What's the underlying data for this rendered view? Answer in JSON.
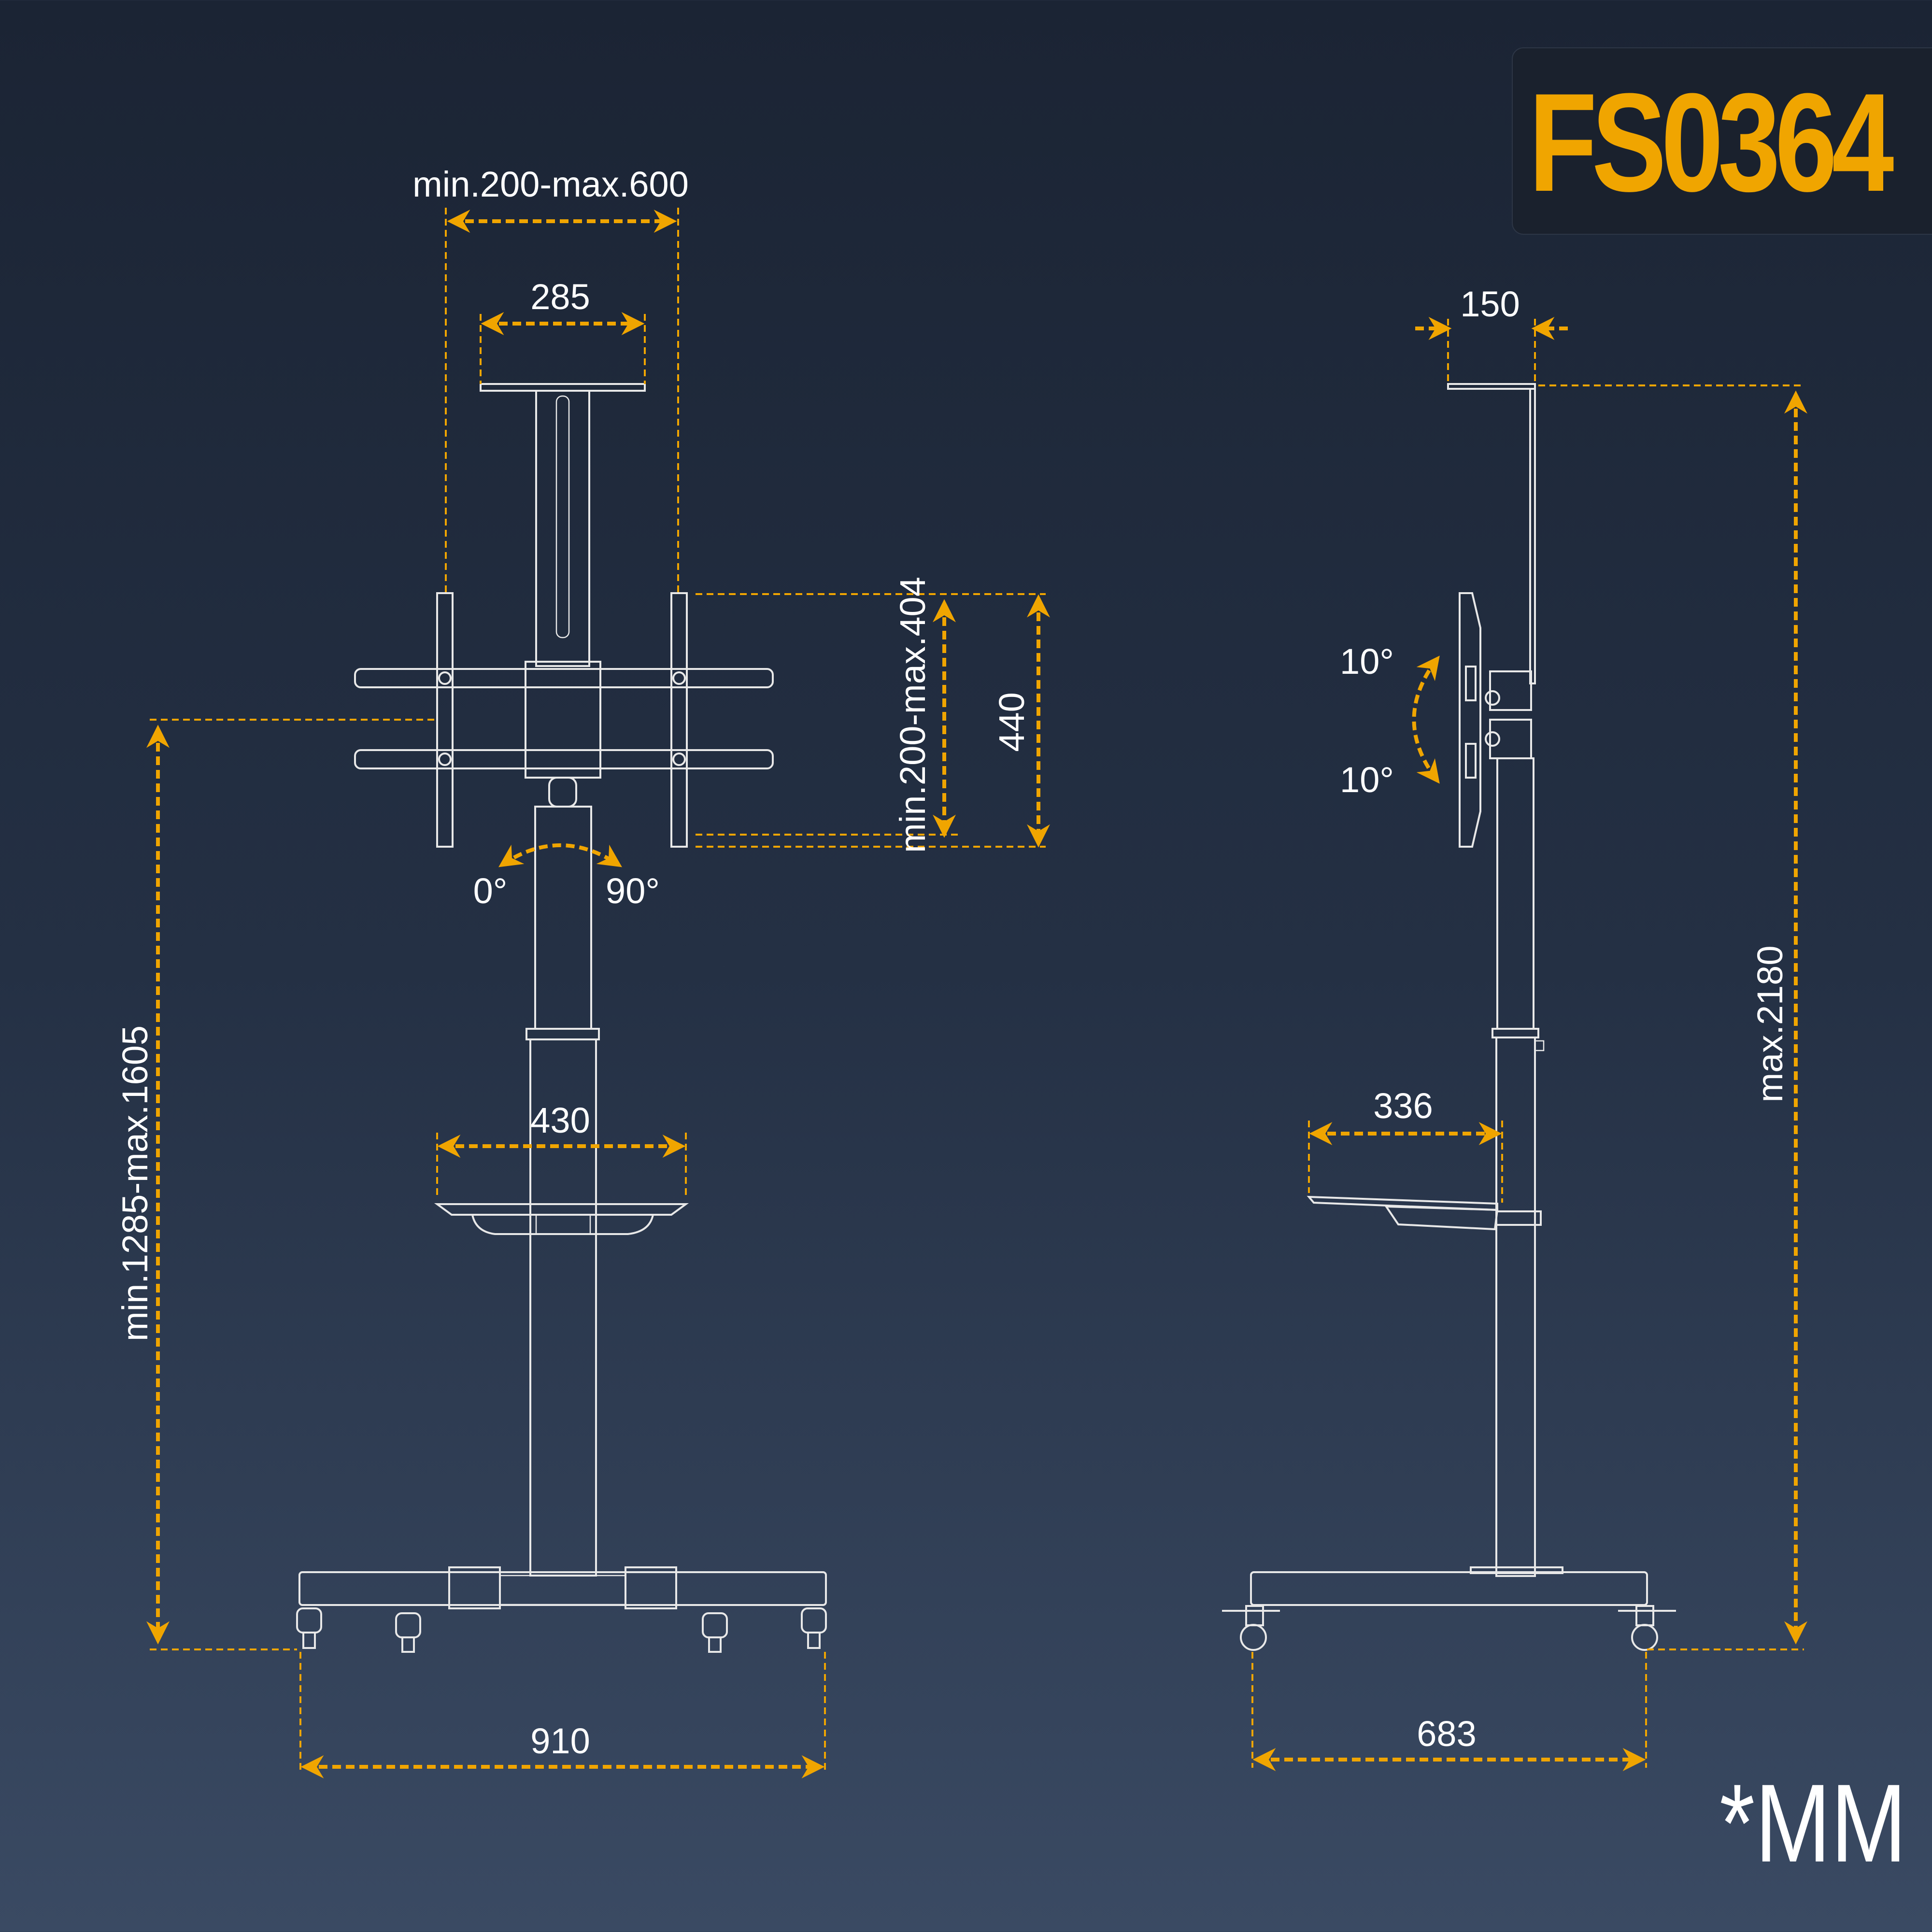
{
  "model": "FS0364",
  "unit": "*MM",
  "colors": {
    "accent": "#f0a500",
    "line": "#e8e8e8",
    "background": "#243044"
  },
  "front_view": {
    "vesa_width": "min.200-max.600",
    "bracket_width": "285",
    "vesa_height": "min.200-max.404",
    "bracket_height": "440",
    "rotation_start": "0°",
    "rotation_end": "90°",
    "height_range": "min.1285-max.1605",
    "shelf_width": "430",
    "base_width": "910"
  },
  "side_view": {
    "top_depth": "150",
    "tilt_up": "10°",
    "tilt_down": "10°",
    "max_height": "max.2180",
    "shelf_depth": "336",
    "base_depth": "683"
  }
}
